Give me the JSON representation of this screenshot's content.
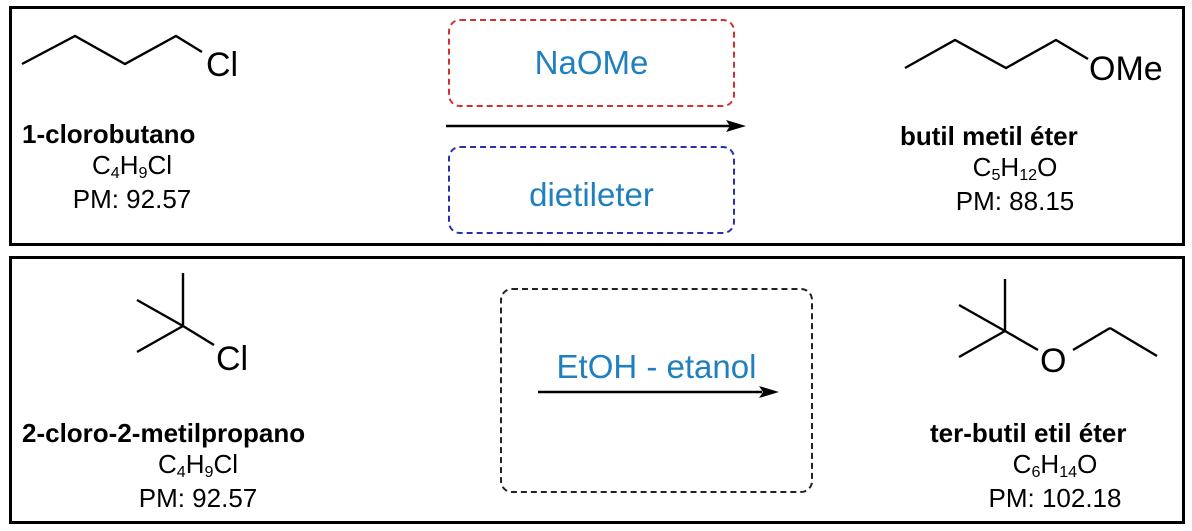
{
  "reaction1": {
    "reactant": {
      "atom": "Cl",
      "name": "1-clorobutano",
      "formula": [
        "C",
        "4",
        "H",
        "9",
        "Cl"
      ],
      "pm": "PM: 92.57"
    },
    "reagent": "NaOMe",
    "solvent": "dietileter",
    "product": {
      "atom": "OMe",
      "name": "butil metil éter",
      "formula": [
        "C",
        "5",
        "H",
        "12",
        "O"
      ],
      "pm": "PM: 88.15"
    },
    "colors": {
      "reagent_box": "#d62f2f",
      "solvent_box": "#2532a8",
      "text": "#1f7fbf"
    }
  },
  "reaction2": {
    "reactant": {
      "atom": "Cl",
      "name": "2-cloro-2-metilpropano",
      "formula": [
        "C",
        "4",
        "H",
        "9",
        "Cl"
      ],
      "pm": "PM: 92.57"
    },
    "conditions": "EtOH - etanol",
    "product": {
      "atom": "O",
      "name": "ter-butil etil éter",
      "formula": [
        "C",
        "6",
        "H",
        "14",
        "O"
      ],
      "pm": "PM: 102.18"
    },
    "colors": {
      "conditions_box": "#222222",
      "text": "#1f7fbf"
    }
  }
}
